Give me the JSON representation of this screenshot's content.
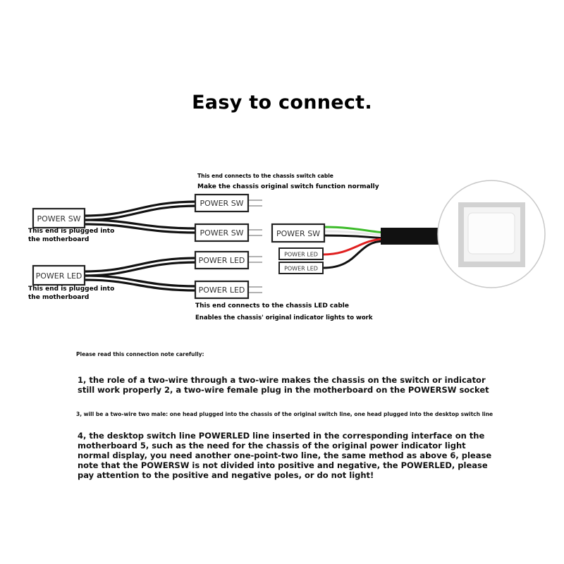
{
  "title": "Easy to connect.",
  "labels": {
    "power_sw": "POWER SW",
    "power_led": "POWER LED",
    "power_led_small": "POWER LED"
  },
  "captions": {
    "sw_end_line1": "This end connects to the chassis switch cable",
    "sw_end_line2": "Make the chassis original switch function normally",
    "mb_sw_line1": "This end is plugged into",
    "mb_sw_line2": "the motherboard",
    "mb_led_line1": "This end is plugged into",
    "mb_led_line2": "the motherboard",
    "led_end_line1": "This end connects to the chassis LED cable",
    "led_end_line2": "Enables the chassis' original indicator lights to work"
  },
  "notes": {
    "heading": "Please read this connection note carefully:",
    "note1": "1, the role of a two-wire through a two-wire makes the chassis on the switch or indicator still work properly 2, a two-wire female plug in the motherboard on the POWERSW socket",
    "note3": "3, will be a two-wire two male: one head plugged into the chassis of the original switch line, one head plugged into the desktop switch line",
    "note4": "4, the desktop switch line POWERLED line inserted in the corresponding interface on the motherboard 5, such as the need for the chassis of the original power indicator light normal display, you need another one-point-two line, the same method as above 6, please note that the POWERSW is not divided into positive and negative, the POWERLED, please pay attention to the positive and negative poles, or do not light!"
  },
  "colors": {
    "wire_black": "#111111",
    "wire_green": "#3dbb2a",
    "wire_red": "#e02020",
    "connector_bg": "#ffffff",
    "connector_border": "#222222"
  },
  "icons": [
    "push-button-switch-icon"
  ]
}
